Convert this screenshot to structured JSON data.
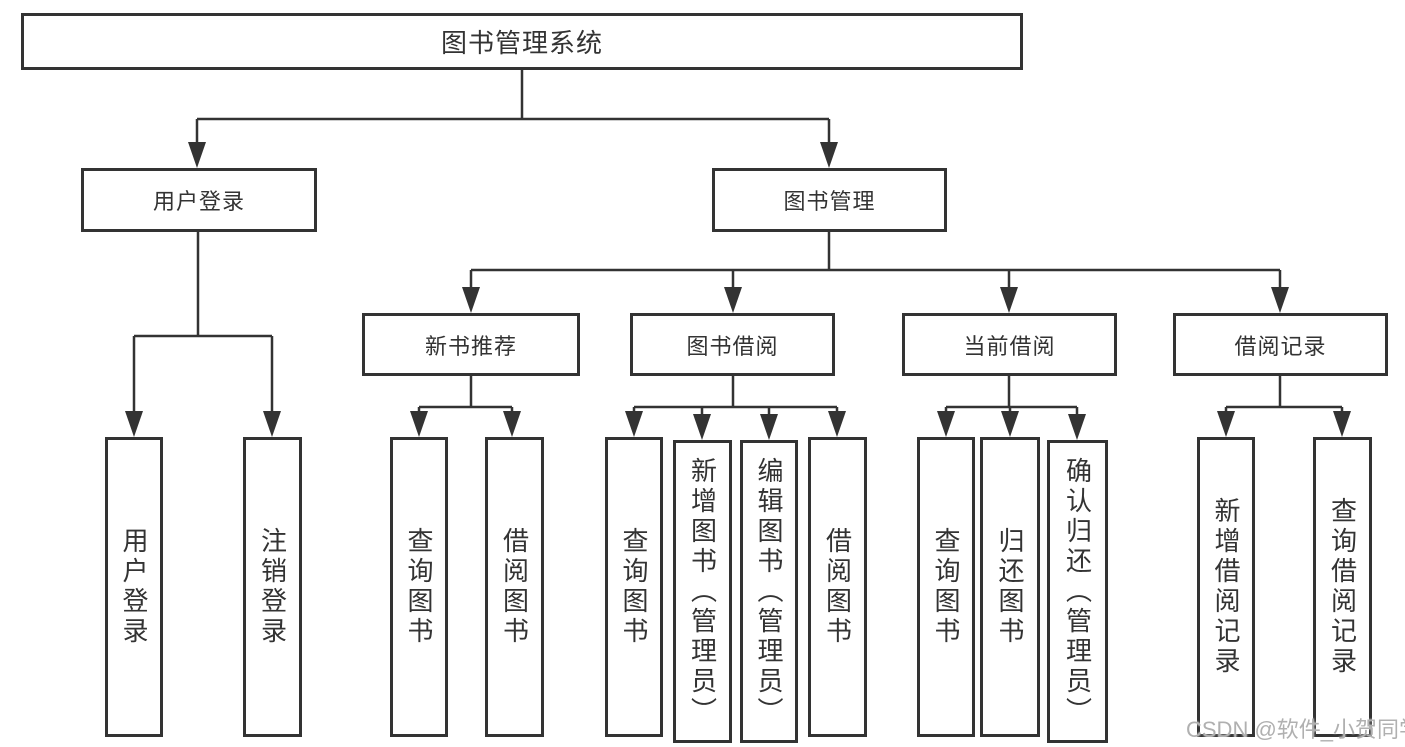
{
  "title": "图书管理系统",
  "watermark": "CSDN @软件_小贺同学",
  "colors": {
    "line": "#333333",
    "box_border": "#333333",
    "box_background": "#ffffff",
    "text": "#333333",
    "watermark": "#b0b0b0",
    "page_background": "#ffffff"
  },
  "nodes": {
    "user_login": "用户登录",
    "book_mgmt": "图书管理",
    "new_books": "新书推荐",
    "book_borrow": "图书借阅",
    "current_borrow": "当前借阅",
    "borrow_records": "借阅记录",
    "login_leaves": [
      "用户登录",
      "注销登录"
    ],
    "new_books_leaves": [
      "查询图书",
      "借阅图书"
    ],
    "book_borrow_leaves": [
      "查询图书",
      "新增图书（管理员）",
      "编辑图书（管理员）",
      "借阅图书"
    ],
    "current_borrow_leaves": [
      "查询图书",
      "归还图书",
      "确认归还（管理员）"
    ],
    "borrow_records_leaves": [
      "新增借阅记录",
      "查询借阅记录"
    ]
  }
}
